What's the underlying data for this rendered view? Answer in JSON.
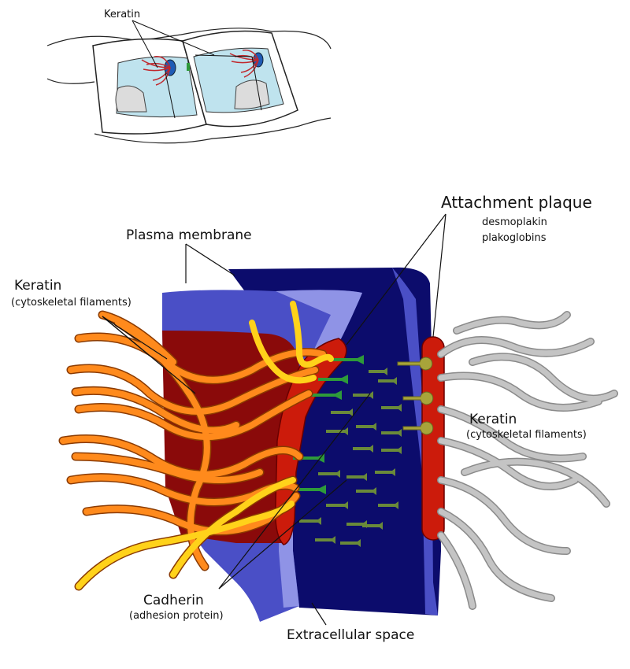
{
  "inset": {
    "label": "Keratin"
  },
  "labels": {
    "attachment_plaque": "Attachment plaque",
    "desmoplakin": "desmoplakin",
    "plakoglobins": "plakoglobins",
    "plasma_membrane": "Plasma membrane",
    "keratin_left": "Keratin",
    "keratin_left_sub": "(cytoskeletal filaments)",
    "keratin_right": "Keratin",
    "keratin_right_sub": "(cytoskeletal filaments)",
    "cadherin": "Cadherin",
    "cadherin_sub": "(adhesion protein)",
    "extracellular": "Extracellular space"
  },
  "colors": {
    "membrane_light": "#4a4fc6",
    "membrane_rim": "#8f93e6",
    "extracellular_dark": "#0c0c6c",
    "cell_interior": "#8a0a0a",
    "plaque_red": "#cc1b0b",
    "keratin_orange": "#ff8a1c",
    "keratin_yellow": "#ffd21a",
    "keratin_grey": "#b4b4b4",
    "cadherin_green": "#2e9a3a",
    "cadherin_olive": "#7f8f3a",
    "nucleus_blue": "#1f5bb5",
    "cytoplasm_blue": "#bfe3ee"
  }
}
